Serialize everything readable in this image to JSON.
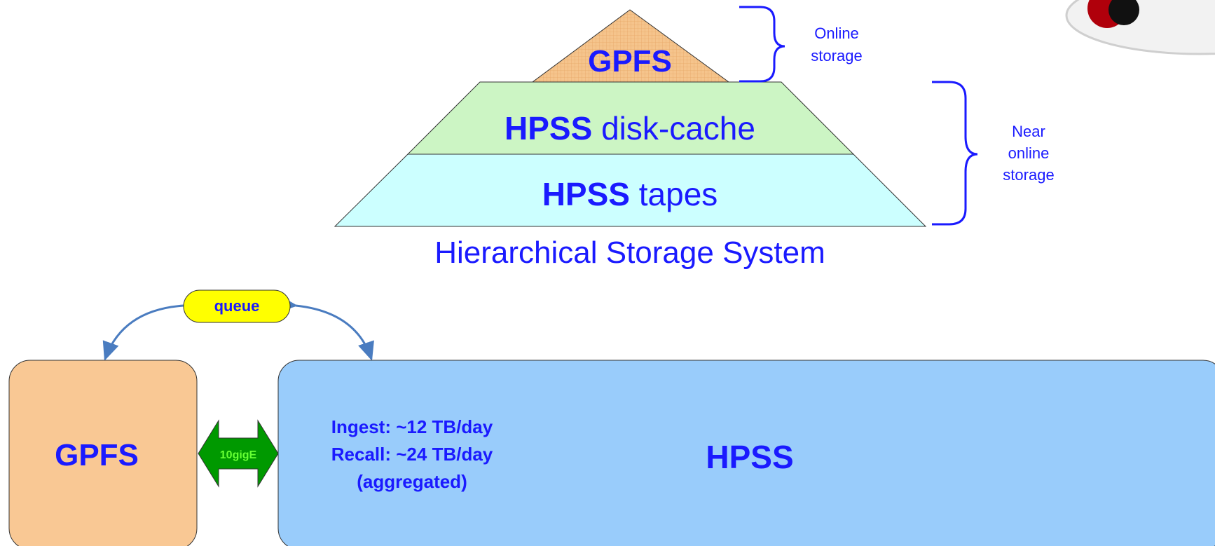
{
  "pyramid": {
    "top_label": "GPFS",
    "middle_bold": "HPSS",
    "middle_rest": " disk-cache",
    "bottom_bold": "HPSS",
    "bottom_rest": " tapes",
    "caption": "Hierarchical Storage System",
    "online_line1": "Online",
    "online_line2": "storage",
    "near_line1": "Near",
    "near_line2": "online",
    "near_line3": "storage"
  },
  "flow": {
    "queue_label": "queue",
    "gpfs_label": "GPFS",
    "link_label": "10gigE",
    "hpss_label": "HPSS",
    "rates_line1": "Ingest: ~12 TB/day",
    "rates_line2": "Recall: ~24 TB/day",
    "rates_line3": "(aggregated)"
  },
  "colors": {
    "text_blue": "#1a1aff",
    "gpfs_fill": "#f9c894",
    "hpss_fill": "#99ccfb",
    "disk_cache_fill": "#ccf5c4",
    "tapes_fill": "#ccffff",
    "queue_fill": "#ffff00",
    "link_fill": "#009900",
    "arrow_color": "#4a7cc0"
  }
}
